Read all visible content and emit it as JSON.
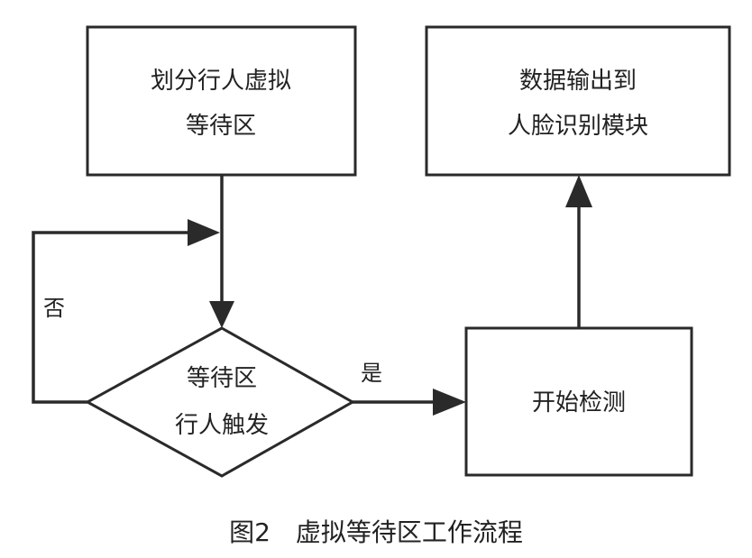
{
  "diagram": {
    "nodes": {
      "divide_zone": {
        "line1": "划分行人虚拟",
        "line2": "等待区"
      },
      "output_data": {
        "line1": "数据输出到",
        "line2": "人脸识别模块"
      },
      "decision": {
        "line1": "等待区",
        "line2": "行人触发"
      },
      "start_detect": {
        "label": "开始检测"
      }
    },
    "edges": {
      "no_label": "否",
      "yes_label": "是"
    },
    "caption": "图2　虚拟等待区工作流程"
  },
  "colors": {
    "stroke": "#2a2a2a",
    "text": "#222222",
    "background": "#ffffff"
  }
}
